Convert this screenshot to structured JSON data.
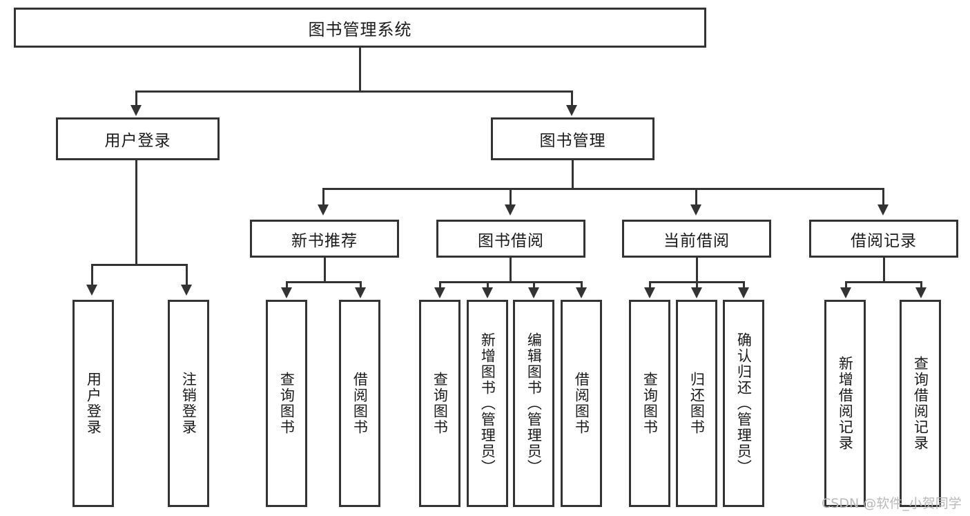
{
  "diagram": {
    "title": "图书管理系统",
    "type": "tree-hierarchy-diagram",
    "root": {
      "label": "图书管理系统"
    },
    "level2": [
      {
        "label": "用户登录"
      },
      {
        "label": "图书管理"
      }
    ],
    "level3": [
      {
        "label": "新书推荐"
      },
      {
        "label": "图书借阅"
      },
      {
        "label": "当前借阅"
      },
      {
        "label": "借阅记录"
      }
    ],
    "leaves": {
      "user_login": [
        {
          "label": "用户登录"
        },
        {
          "label": "注销登录"
        }
      ],
      "new_book_recommend": [
        {
          "label": "查询图书"
        },
        {
          "label": "借阅图书"
        }
      ],
      "book_borrow": [
        {
          "label": "查询图书"
        },
        {
          "label": "新增图书（管理员）"
        },
        {
          "label": "编辑图书（管理员）"
        },
        {
          "label": "借阅图书"
        }
      ],
      "current_borrow": [
        {
          "label": "查询图书"
        },
        {
          "label": "归还图书"
        },
        {
          "label": "确认归还（管理员）"
        }
      ],
      "borrow_record": [
        {
          "label": "新增借阅记录"
        },
        {
          "label": "查询借阅记录"
        }
      ]
    }
  },
  "watermark": {
    "text": "CSDN @软件_小贺同学"
  },
  "colors": {
    "stroke": "#333333",
    "background": "#ffffff",
    "text": "#1a1a1a",
    "watermark": "#b9b9b9"
  }
}
